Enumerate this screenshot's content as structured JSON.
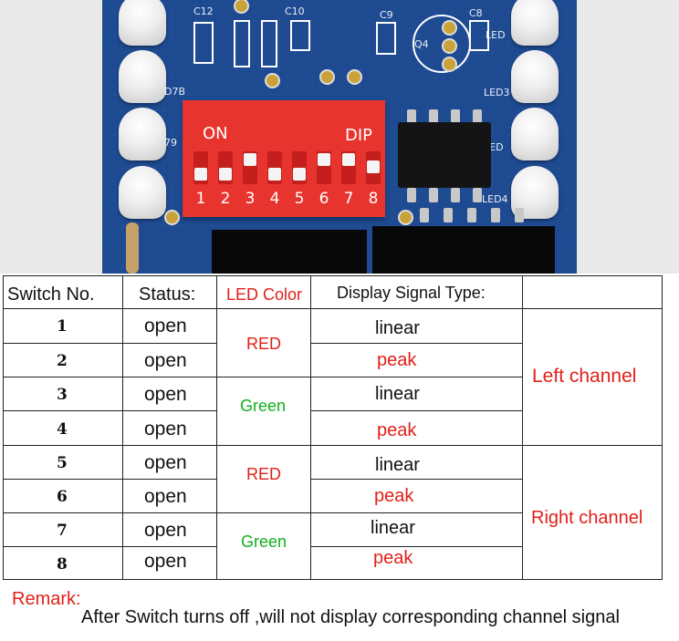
{
  "photo": {
    "pcb_labels": [
      "C12",
      "C10",
      "C9",
      "C8",
      "Q4",
      "LED",
      "LED3",
      "LED",
      "LED4",
      "D7B",
      "79"
    ],
    "dip_on_label": "ON",
    "dip_brand_label": "DIP",
    "dip_numbers": [
      "1",
      "2",
      "3",
      "4",
      "5",
      "6",
      "7",
      "8"
    ]
  },
  "table": {
    "headers": {
      "switch_no": "Switch No.",
      "status": "Status:",
      "led_color": "LED Color",
      "signal_type": "Display Signal Type:"
    },
    "rows": [
      {
        "no": "1",
        "status": "open",
        "signal": "linear"
      },
      {
        "no": "2",
        "status": "open",
        "signal": "peak"
      },
      {
        "no": "3",
        "status": "open",
        "signal": "linear"
      },
      {
        "no": "4",
        "status": "open",
        "signal": "peak"
      },
      {
        "no": "5",
        "status": "open",
        "signal": "linear"
      },
      {
        "no": "6",
        "status": "open",
        "signal": "peak"
      },
      {
        "no": "7",
        "status": "open",
        "signal": "linear"
      },
      {
        "no": "8",
        "status": "open",
        "signal": "peak"
      }
    ],
    "colors": [
      "RED",
      "Green",
      "RED",
      "Green"
    ],
    "channels": [
      "Left channel",
      "Right channel"
    ],
    "color_values": {
      "red": "#e0201a",
      "green": "#10b020"
    }
  },
  "remark": {
    "label": "Remark:",
    "text": "After Switch turns off ,will not display corresponding channel signal"
  }
}
